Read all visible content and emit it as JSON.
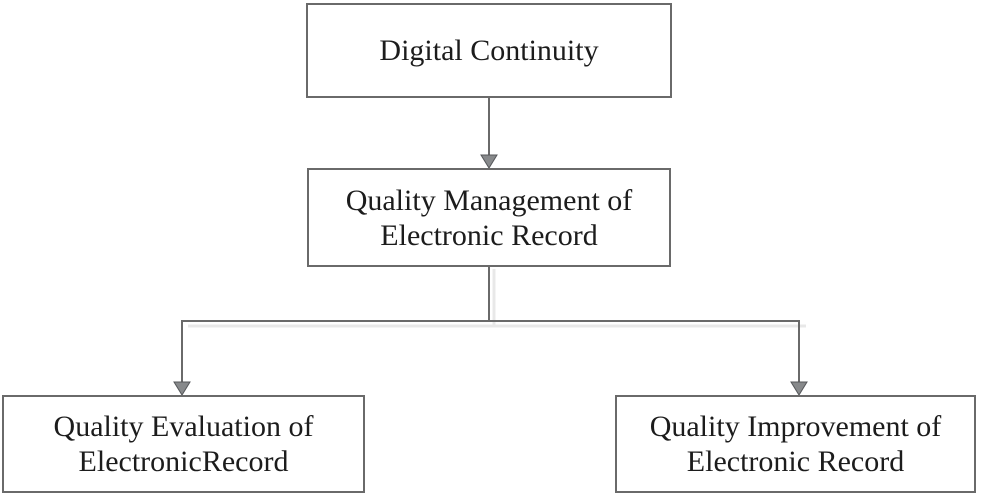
{
  "diagram": {
    "type": "flowchart",
    "nodes": [
      {
        "id": "digital-continuity",
        "lines": [
          "Digital Continuity"
        ]
      },
      {
        "id": "quality-management",
        "lines": [
          "Quality Management of",
          "Electronic Record"
        ]
      },
      {
        "id": "quality-evaluation",
        "lines": [
          "Quality Evaluation of",
          "ElectronicRecord"
        ]
      },
      {
        "id": "quality-improvement",
        "lines": [
          "Quality Improvement of",
          "Electronic Record"
        ]
      }
    ],
    "edges": [
      {
        "from": "digital-continuity",
        "to": "quality-management"
      },
      {
        "from": "quality-management",
        "to": "quality-evaluation"
      },
      {
        "from": "quality-management",
        "to": "quality-improvement"
      }
    ],
    "colors": {
      "border": "#6a6a6a",
      "connector": "#6a6a6a",
      "arrowhead_fill": "#87898b",
      "arrowhead_stroke": "#55575a",
      "text": "#1c1c1c",
      "background": "#ffffff",
      "shadow": "#e8e8e8"
    }
  }
}
